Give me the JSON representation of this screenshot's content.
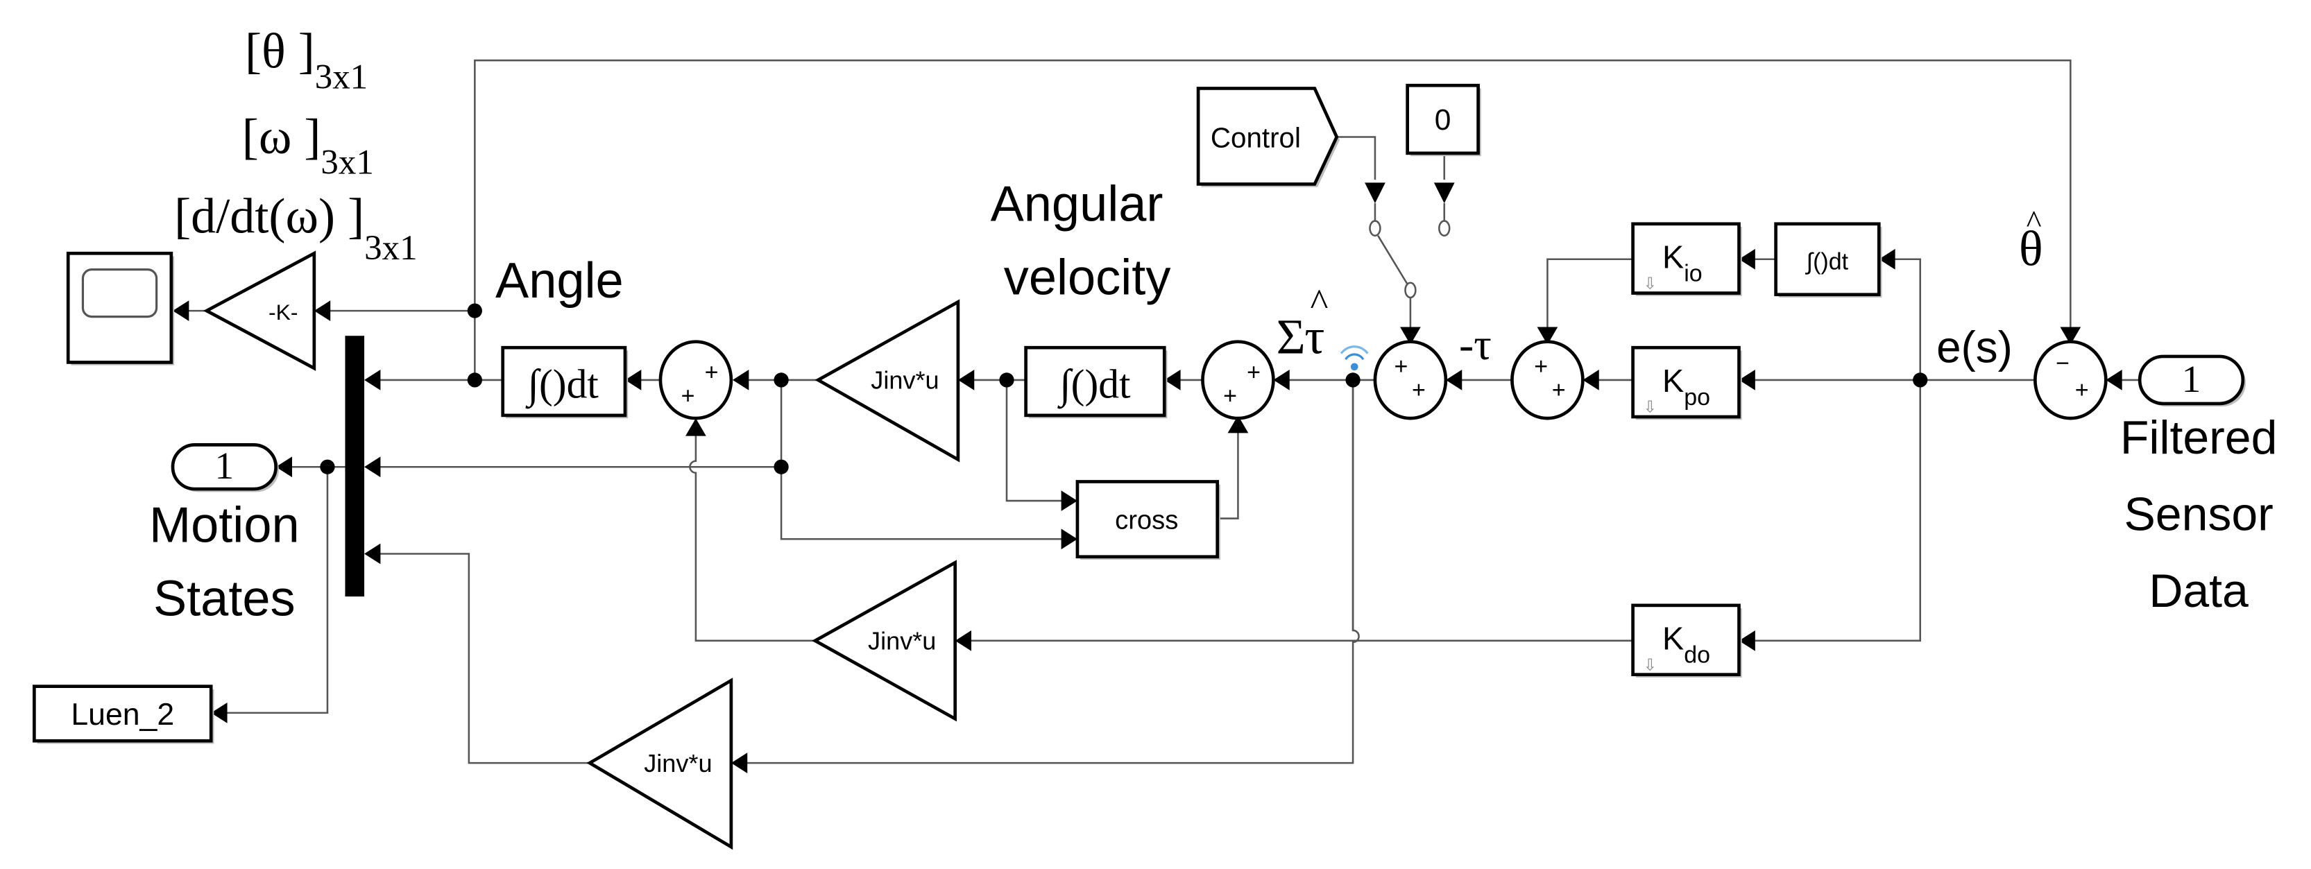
{
  "diagram": {
    "type": "simulink-block-diagram",
    "annotations": {
      "theta_vec": {
        "base": "[θ ]",
        "sub": "3x1"
      },
      "omega_vec": {
        "base": "[ω ]",
        "sub": "3x1"
      },
      "domega_vec": {
        "base": "[d/dt(ω) ]",
        "sub": "3x1"
      },
      "angle": "Angle",
      "angular_velocity_line1": "Angular",
      "angular_velocity_line2": "velocity",
      "sum_tau_hat": "Στ",
      "hat": "^",
      "neg_tau": "-τ",
      "error": "e(s)",
      "theta_hat": "θ",
      "motion_states_line1": "Motion",
      "motion_states_line2": "States",
      "filtered_line1": "Filtered",
      "filtered_line2": "Sensor",
      "filtered_line3": "Data"
    },
    "blocks": {
      "scope": {
        "label": ""
      },
      "gain_k": {
        "label": "-K-"
      },
      "angle_integrator": {
        "label": "∫()dt"
      },
      "velocity_integrator": {
        "label": "∫()dt"
      },
      "jinv_1": {
        "label": "Jinv*u"
      },
      "jinv_2": {
        "label": "Jinv*u"
      },
      "jinv_3": {
        "label": "Jinv*u"
      },
      "cross": {
        "label": "cross"
      },
      "control_goto": {
        "label": "Control"
      },
      "constant": {
        "label": "0"
      },
      "kio": {
        "label": "K",
        "sub": "io"
      },
      "kpo": {
        "label": "K",
        "sub": "po"
      },
      "kdo": {
        "label": "K",
        "sub": "do"
      },
      "error_integrator": {
        "label": "∫()dt"
      },
      "outport_motion": {
        "label": "1"
      },
      "inport_sensor": {
        "label": "1"
      },
      "luen_goto": {
        "label": "Luen_2"
      }
    },
    "sum_signs": {
      "sum_angle": [
        "+",
        "+"
      ],
      "sum_velocity": [
        "+",
        "+"
      ],
      "sum_switch": [
        "+",
        "+"
      ],
      "sum_pi": [
        "+",
        "+"
      ],
      "sum_error": [
        "−",
        "+"
      ]
    },
    "colors": {
      "wire": "#555555",
      "block_stroke": "#000000",
      "signal_icon": "#3a8fd6"
    }
  }
}
